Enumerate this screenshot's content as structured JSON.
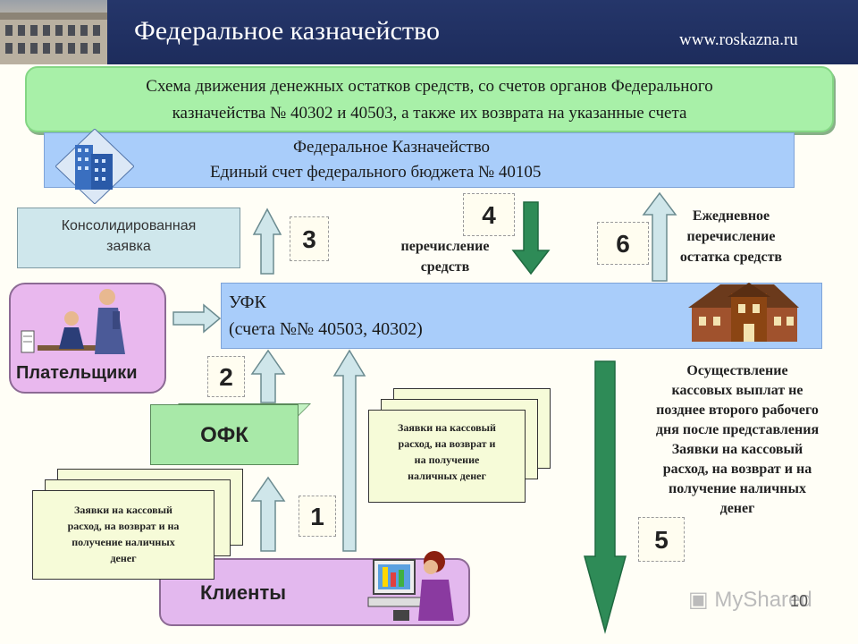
{
  "header": {
    "title": "Федеральное казначейство",
    "url": "www.roskazna.ru"
  },
  "caption": {
    "line1": "Схема движения денежных остатков средств, со счетов органов Федерального",
    "line2": "казначейства № 40302 и 40503, а также их возврата на указанные счета"
  },
  "federal_treasury": {
    "line1": "Федеральное Казначейство",
    "line2": "Единый счет федерального бюджета № 40105"
  },
  "ufk": {
    "line1": "УФК",
    "line2": "(счета №№ 40503, 40302)"
  },
  "consolidated_request": {
    "line1": "Консолидированная",
    "line2": "заявка"
  },
  "payers": {
    "label": "Плательщики"
  },
  "ofk": {
    "label": "ОФК"
  },
  "clients": {
    "label": "Клиенты"
  },
  "steps": {
    "s1": "1",
    "s2": "2",
    "s3": "3",
    "s4": "4",
    "s5": "5",
    "s6": "6"
  },
  "transfer_funds": {
    "line1": "перечисление",
    "line2": "средств"
  },
  "daily_transfer": {
    "line1": "Ежедневное",
    "line2": "перечисление",
    "line3": "остатка средств"
  },
  "cash_payments": {
    "line1": "Осуществление",
    "line2": "кассовых выплат не",
    "line3": "позднее второго рабочего",
    "line4": "дня после представления",
    "line5": "Заявки на кассовый",
    "line6": "расход, на возврат и на",
    "line7": "получение наличных",
    "line8": "денег"
  },
  "doc_left": {
    "line1": "Заявки на кассовый",
    "line2": "расход, на возврат и на",
    "line3": "получение наличных",
    "line4": "денег"
  },
  "doc_right": {
    "line1": "Заявки на кассовый",
    "line2": "расход, на возврат и",
    "line3": "на получение",
    "line4": "наличных денег"
  },
  "watermark": "MyShared",
  "page_number": "10",
  "colors": {
    "header_bg": "#1d2c5c",
    "caption_bg": "#a8f0a8",
    "box_blue": "#a9cdfa",
    "arrow_light": "#cfe6ea",
    "arrow_green": "#2e8b57",
    "purple": "#e3b8ee"
  }
}
